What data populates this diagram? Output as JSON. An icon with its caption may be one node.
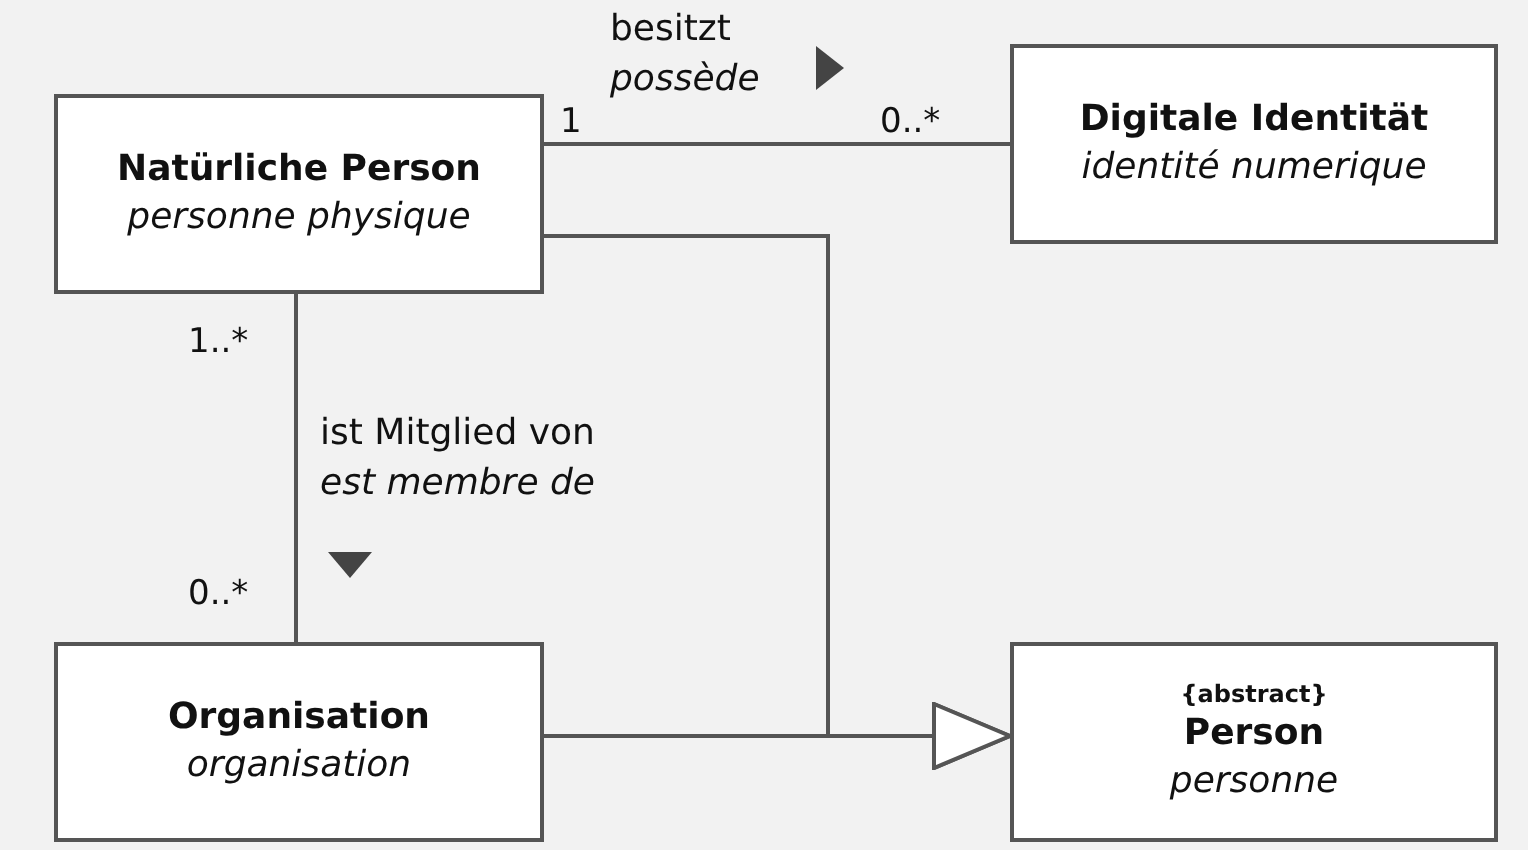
{
  "diagram": {
    "nodes": [
      {
        "text": [
          "Natürliche Person",
          "personne physique"
        ]
      },
      {
        "text": [
          "Digitale Identität",
          "identité numerique"
        ]
      },
      {
        "text": [
          "Organisation",
          "organisation"
        ]
      },
      {
        "text": [
          "{abstract}",
          "Person",
          "personne"
        ]
      }
    ],
    "edges": [
      {
        "from": 0,
        "to": 1,
        "arrow": "none",
        "label": "besitzt *possède*"
      },
      {
        "from": 0,
        "to": 2,
        "arrow": "none",
        "label": "ist Mitglied von *est membre de*"
      },
      {
        "from": 0,
        "to": 3,
        "arrow": "to"
      },
      {
        "from": 2,
        "to": 3,
        "arrow": "to"
      }
    ],
    "labels": [
      "1",
      "0..*",
      "1..*",
      "0..*"
    ]
  }
}
